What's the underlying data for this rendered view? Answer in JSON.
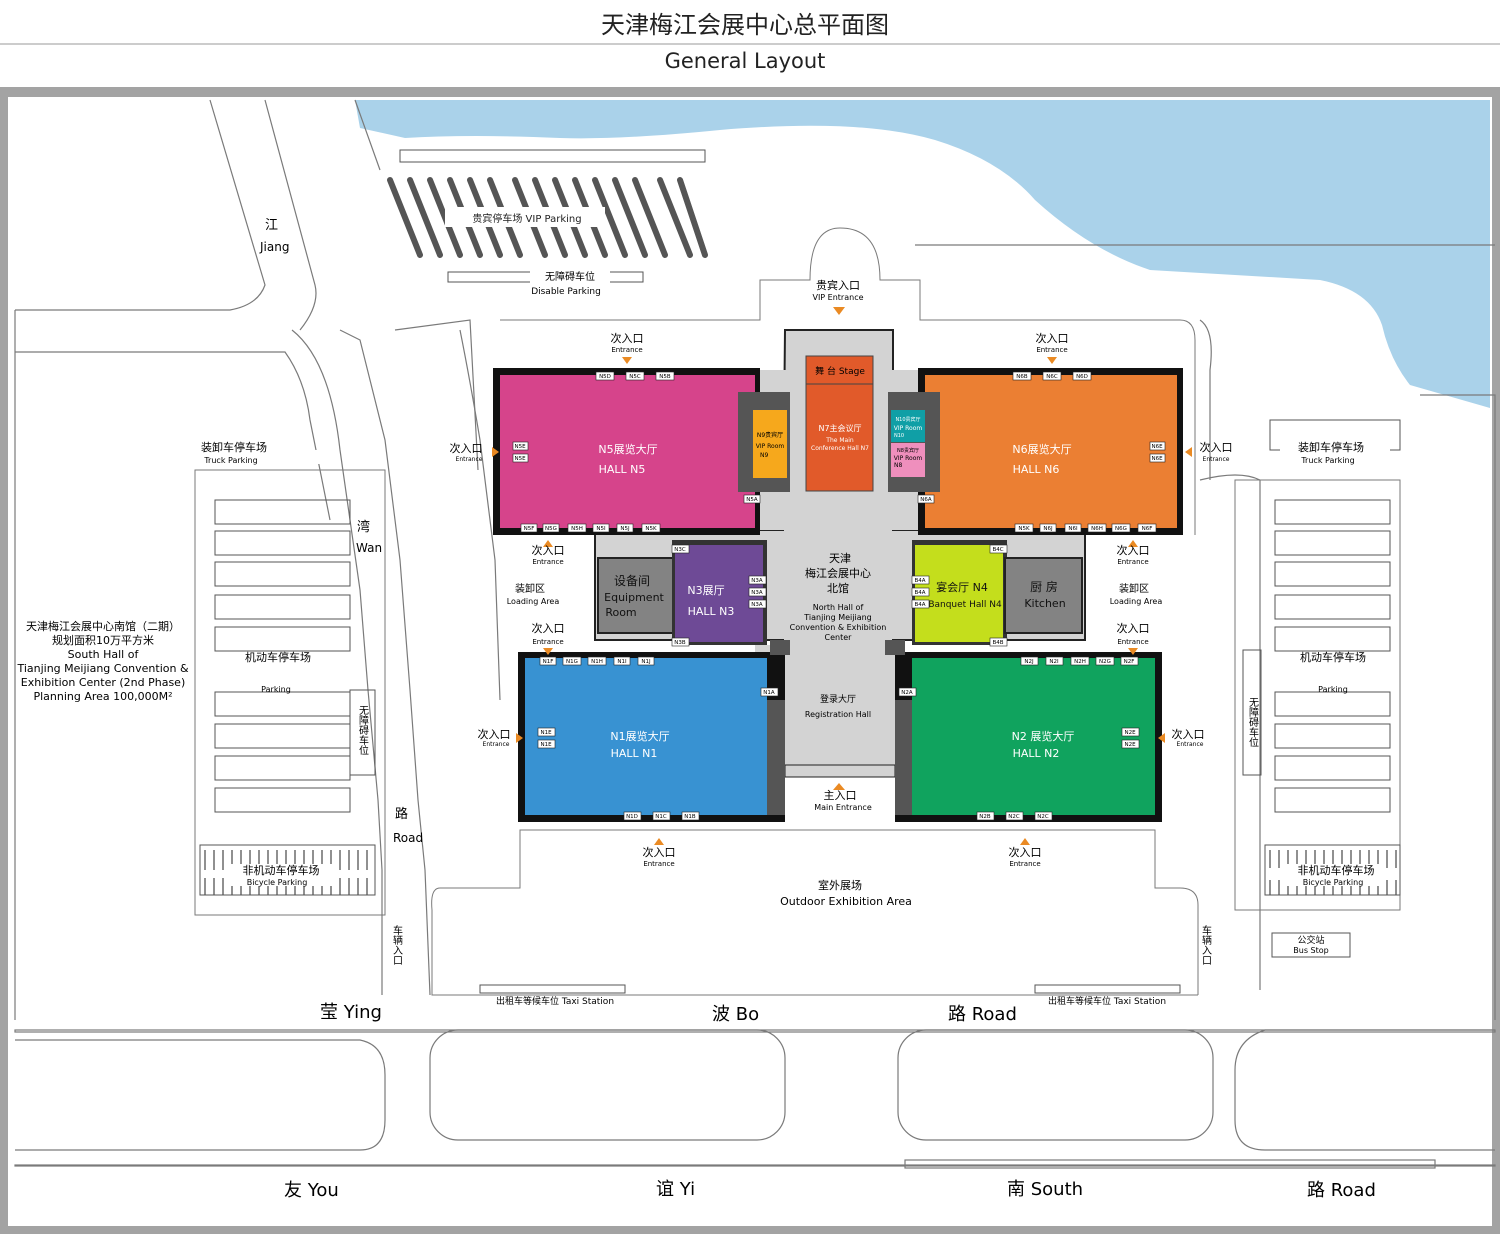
{
  "header": {
    "title_cn": "天津梅江会展中心总平面图",
    "title_en": "General Layout"
  },
  "colors": {
    "frame": "#a3a3a3",
    "water": "#aad2ea",
    "road_line": "#7a7a7a",
    "n5": "#d6448b",
    "n6": "#eb7f33",
    "n1": "#3892d2",
    "n2": "#10a35e",
    "n3": "#6e4a96",
    "n4": "#c4de1c",
    "n7": "#e15a2a",
    "n9": "#f6a81c",
    "n10": "#109fa6",
    "n8": "#ef8fbd",
    "hall": "#d3d3d3",
    "equip": "#838383",
    "arrow": "#ea8a23"
  },
  "places": {
    "jiang_cn": "江",
    "jiang_en": "Jiang",
    "wan_cn": "湾",
    "wan_en": "Wan",
    "lu_cn": "路",
    "lu_en": "Road",
    "vip_parking": "贵宾停车场  VIP Parking",
    "disable_cn": "无障碍车位",
    "disable_en": "Disable Parking",
    "vip_entrance_cn": "贵宾入口",
    "vip_entrance_en": "VIP Entrance",
    "truck_cn": "装卸车停车场",
    "truck_en": "Truck Parking",
    "parking_cn": "机动车停车场",
    "parking_en": "Parking",
    "disabled_vertical": "无障碍车位",
    "bicycle_cn": "非机动车停车场",
    "bicycle_en": "Bicycle Parking",
    "loading_cn": "装卸区",
    "loading_en": "Loading Area",
    "vehicle_entry": "车辆入口",
    "outdoor_cn": "室外展场",
    "outdoor_en": "Outdoor Exhibition Area",
    "taxi": "出租车等候车位  Taxi Station",
    "bus_cn": "公交站",
    "bus_en": "Bus Stop",
    "south_hall_lines": [
      "天津梅江会展中心南馆（二期）",
      "规划面积10万平方米",
      "South Hall of",
      "Tianjing Meijiang Convention &",
      "Exhibition Center (2nd Phase)",
      "Planning Area 100,000M²"
    ]
  },
  "roads": {
    "yingbo": [
      "莹 Ying",
      "波  Bo",
      "路 Road"
    ],
    "youyi": [
      "友 You",
      "谊 Yi",
      "南  South",
      "路 Road"
    ]
  },
  "entrance": {
    "cn": "次入口",
    "en": "Entrance"
  },
  "main_entrance": {
    "cn": "主入口",
    "en": "Main  Entrance"
  },
  "halls": {
    "n5": {
      "cn": "N5展览大厅",
      "en": "HALL   N5"
    },
    "n6": {
      "cn": "N6展览大厅",
      "en": "HALL   N6"
    },
    "n1": {
      "cn": "N1展览大厅",
      "en": "HALL   N1"
    },
    "n2": {
      "cn": "N2 展览大厅",
      "en": "HALL   N2"
    },
    "n3": {
      "cn": "N3展厅",
      "en": "HALL   N3"
    },
    "n4": {
      "cn": "宴会厅  N4",
      "en": "Banquet Hall N4"
    },
    "equipment": {
      "cn": "设备间",
      "en1": "Equipment",
      "en2": "Room"
    },
    "kitchen": {
      "cn": "厨  房",
      "en": "Kitchen"
    },
    "stage": "舞 台  Stage",
    "n7": {
      "cn": "N7主会议厅",
      "en1": "The Main",
      "en2": "Conference Hall  N7"
    },
    "n9": {
      "cn": "N9贵宾厅",
      "en1": "VIP Room",
      "en2": "N9"
    },
    "n10": {
      "cn": "N10贵宾厅",
      "en1": "VIP Room",
      "en2": "N10"
    },
    "n8": {
      "cn": "N8贵宾厅",
      "en1": "VIP Room",
      "en2": "N8"
    },
    "north": {
      "lines": [
        "天津",
        "梅江会展中心",
        "北馆"
      ],
      "en": [
        "North Hall of",
        "Tianjing Meijiang",
        "Convention &   Exhibition",
        "Center"
      ]
    },
    "registration": {
      "cn": "登录大厅",
      "en": "Registration Hall"
    }
  },
  "doors": [
    "N5D",
    "N5C",
    "N5B",
    "N5E",
    "N5E",
    "N5A",
    "N5F",
    "N5G",
    "N5H",
    "N5I",
    "N5J",
    "N5K",
    "N6B",
    "N6C",
    "N6D",
    "N6E",
    "N6E",
    "N6A",
    "N5K",
    "N6J",
    "N6I",
    "N6H",
    "N6G",
    "N6F",
    "N3C",
    "N3A",
    "N3A",
    "N3A",
    "N3B",
    "B4C",
    "B4A",
    "B4A",
    "B4A",
    "B4B",
    "N1F",
    "N1G",
    "N1H",
    "N1I",
    "N1J",
    "N1A",
    "N1E",
    "N1E",
    "N1D",
    "N1C",
    "N1B",
    "N2J",
    "N2I",
    "N2H",
    "N2G",
    "N2F",
    "N2A",
    "N2E",
    "N2E",
    "N2B",
    "N2C",
    "N2C"
  ]
}
